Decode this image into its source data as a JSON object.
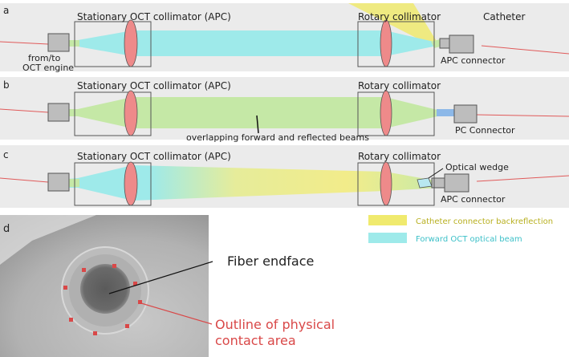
{
  "panels": {
    "a": {
      "letter": "a",
      "stationary_label": "Stationary OCT collimator (APC)",
      "rotary_label": "Rotary collimator",
      "catheter_label": "Catheter",
      "engine_label_line1": "from/to",
      "engine_label_line2": "OCT engine",
      "connector_label": "APC connector"
    },
    "b": {
      "letter": "b",
      "stationary_label": "Stationary OCT collimator (APC)",
      "rotary_label": "Rotary collimator",
      "beam_label": "overlapping forward and reflected beams",
      "connector_label": "PC Connector"
    },
    "c": {
      "letter": "c",
      "stationary_label": "Stationary OCT collimator (APC)",
      "rotary_label": "Rotary collimator",
      "wedge_label": "Optical wedge",
      "connector_label": "APC connector"
    },
    "d": {
      "letter": "d",
      "fiber_label": "Fiber endface",
      "contact_label_line1": "Outline of physical",
      "contact_label_line2": "contact area"
    }
  },
  "legend": {
    "backreflection": "Catheter connector backreflection",
    "forward": "Forward OCT optical beam"
  },
  "colors": {
    "panel_bg": "#ebebeb",
    "forward_beam": "#9eeaea",
    "backreflection": "#f0ea6e",
    "overlap": "#c5e8a6",
    "lens": "#ee8a8a",
    "fiber": "#e05a5a",
    "connector": "#bdbdbd",
    "pc_tip": "#8cb8e8",
    "contact_outline": "#d94848"
  }
}
